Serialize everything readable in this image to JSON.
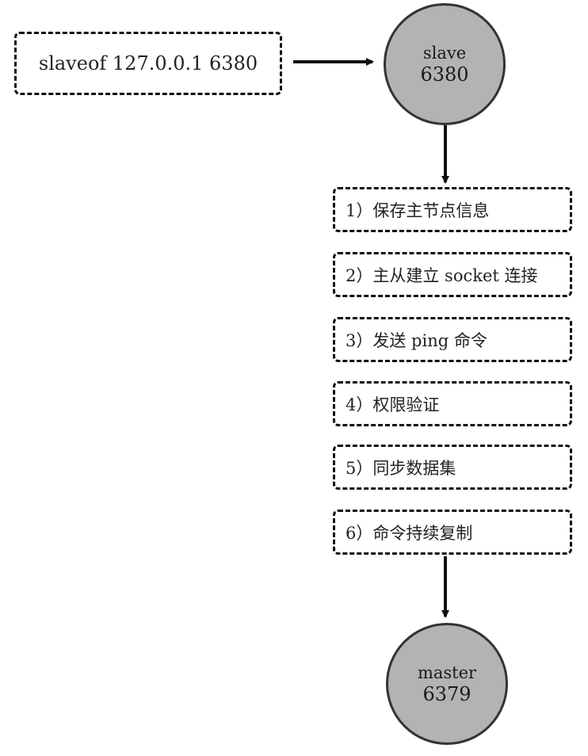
{
  "command": "slaveof 127.0.0.1 6380",
  "slave_node": {
    "name": "slave",
    "port": "6380"
  },
  "master_node": {
    "name": "master",
    "port": "6379"
  },
  "steps": [
    "1）保存主节点信息",
    "2）主从建立 socket 连接",
    "3）发送 ping 命令",
    "4）权限验证",
    "5）同步数据集",
    "6）命令持续复制"
  ],
  "colors": {
    "node_fill": "#b3b3b3",
    "stroke": "#111111",
    "background": "#ffffff"
  }
}
